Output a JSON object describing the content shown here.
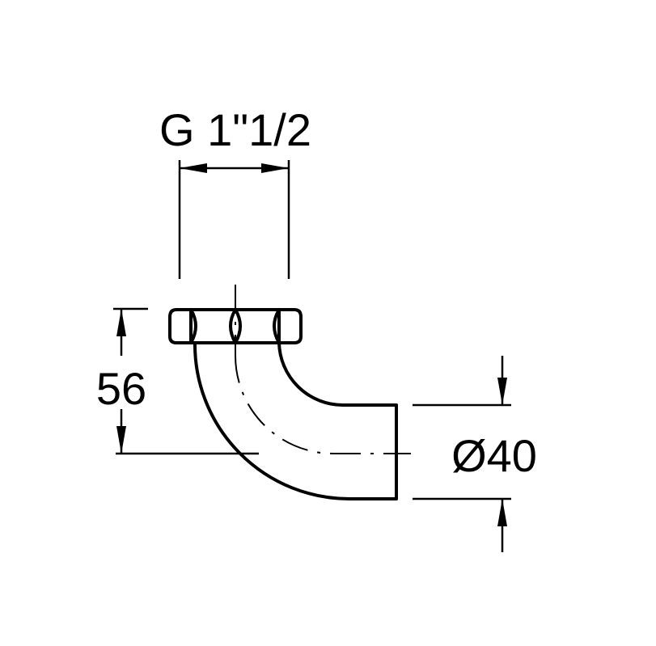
{
  "dimensions": {
    "thread": "G 1\"1/2",
    "height": "56",
    "diameter": "Ø40"
  }
}
